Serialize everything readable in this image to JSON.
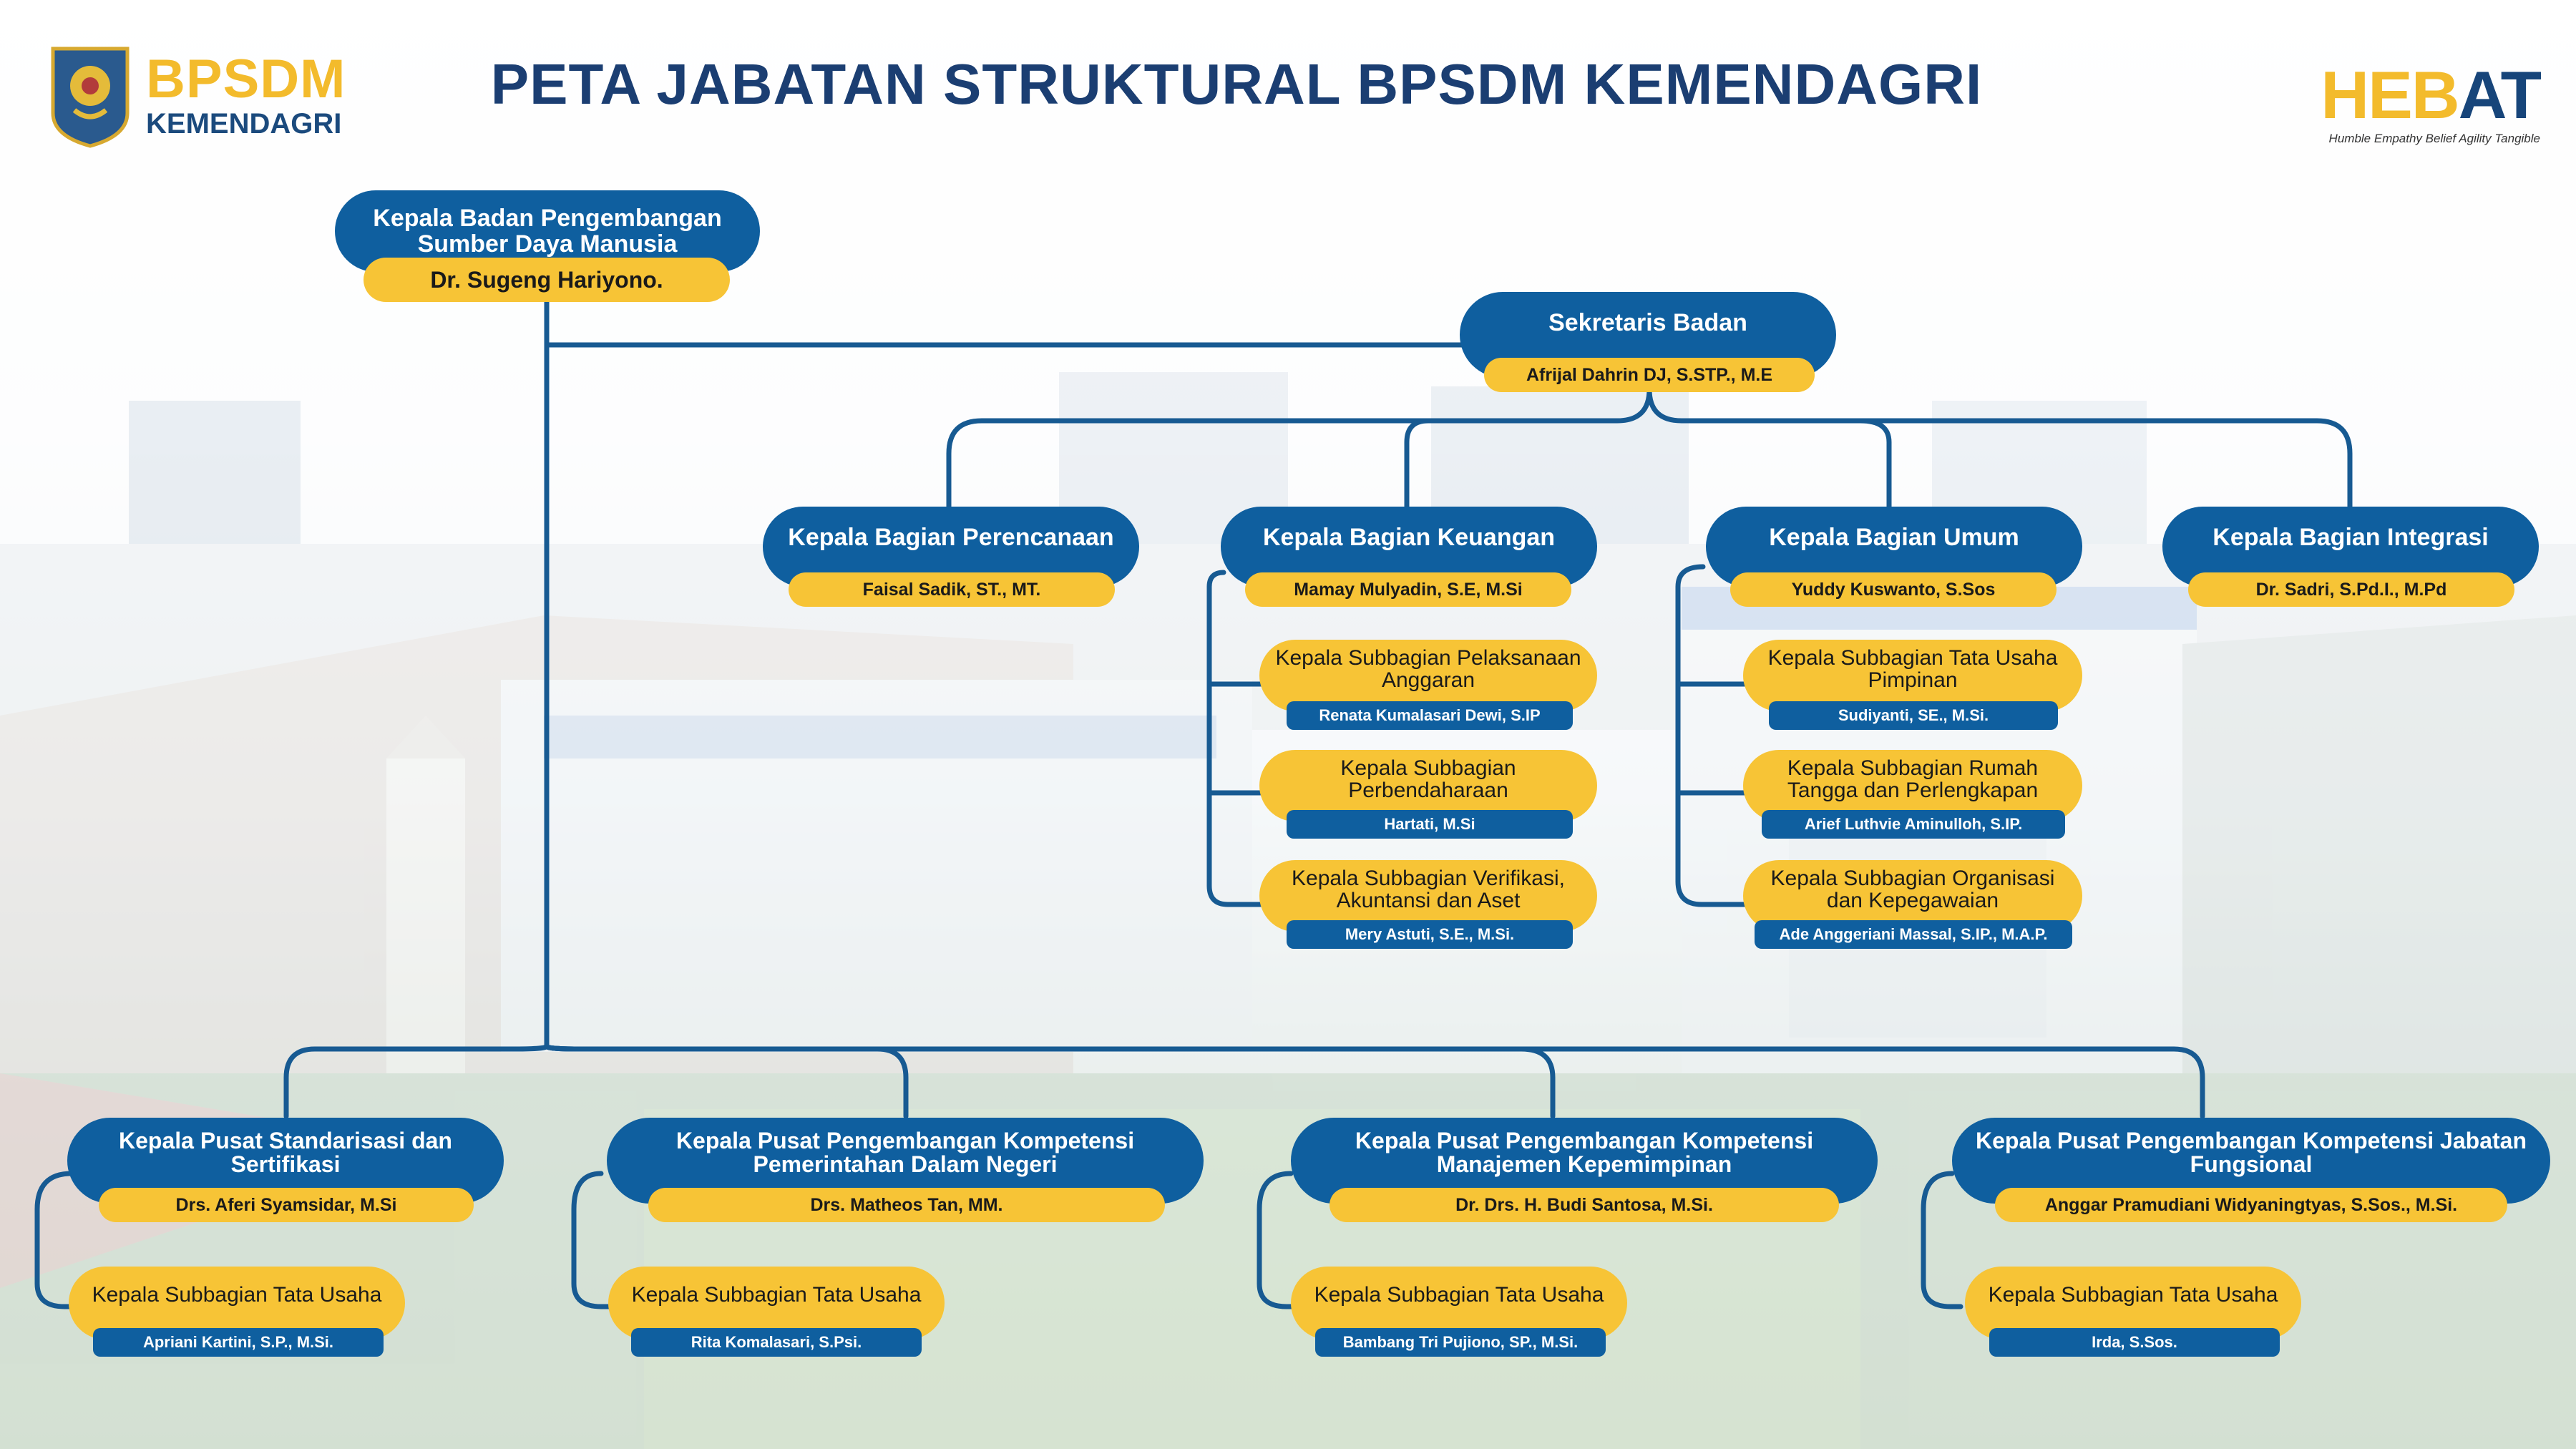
{
  "header": {
    "org_name": "BPSDM",
    "org_sub": "KEMENDAGRI",
    "title": "PETA JABATAN STRUKTURAL BPSDM KEMENDAGRI",
    "brand": {
      "part1": "HEB",
      "part2": "AT",
      "tagline": "Humble Empathy Belief Agility Tangible"
    }
  },
  "colors": {
    "blue": "#0f5f9f",
    "yellow": "#f7c436",
    "navy": "#1b3e72",
    "line": "#175a92"
  },
  "chart": {
    "head": {
      "title": "Kepala Badan Pengembangan Sumber Daya Manusia",
      "name": "Dr. Sugeng Hariyono."
    },
    "secretary": {
      "title": "Sekretaris Badan",
      "name": "Afrijal Dahrin DJ, S.STP., M.E"
    },
    "bagian": [
      {
        "title": "Kepala Bagian Perencanaan",
        "name": "Faisal Sadik, ST., MT.",
        "subs": []
      },
      {
        "title": "Kepala Bagian Keuangan",
        "name": "Mamay Mulyadin, S.E, M.Si",
        "subs": [
          {
            "title": "Kepala Subbagian Pelaksanaan Anggaran",
            "name": "Renata Kumalasari Dewi, S.IP"
          },
          {
            "title": "Kepala Subbagian Perbendaharaan",
            "name": "Hartati, M.Si"
          },
          {
            "title": "Kepala Subbagian Verifikasi, Akuntansi dan Aset",
            "name": "Mery Astuti, S.E., M.Si."
          }
        ]
      },
      {
        "title": "Kepala Bagian Umum",
        "name": "Yuddy Kuswanto, S.Sos",
        "subs": [
          {
            "title": "Kepala Subbagian Tata Usaha Pimpinan",
            "name": "Sudiyanti, SE., M.Si."
          },
          {
            "title": "Kepala Subbagian Rumah Tangga dan Perlengkapan",
            "name": "Arief Luthvie Aminulloh, S.IP."
          },
          {
            "title": "Kepala Subbagian Organisasi dan Kepegawaian",
            "name": "Ade Anggeriani Massal, S.IP., M.A.P."
          }
        ]
      },
      {
        "title": "Kepala Bagian Integrasi",
        "name": "Dr. Sadri, S.Pd.I., M.Pd",
        "subs": []
      }
    ],
    "pusat": [
      {
        "title": "Kepala Pusat Standarisasi dan Sertifikasi",
        "name": "Drs. Aferi Syamsidar, M.Si",
        "sub": {
          "title": "Kepala Subbagian Tata Usaha",
          "name": "Apriani Kartini, S.P., M.Si."
        }
      },
      {
        "title": "Kepala Pusat Pengembangan Kompetensi Pemerintahan Dalam Negeri",
        "name": "Drs. Matheos Tan, MM.",
        "sub": {
          "title": "Kepala Subbagian Tata Usaha",
          "name": "Rita Komalasari, S.Psi."
        }
      },
      {
        "title": "Kepala Pusat Pengembangan Kompetensi Manajemen Kepemimpinan",
        "name": "Dr. Drs. H. Budi Santosa, M.Si.",
        "sub": {
          "title": "Kepala Subbagian Tata Usaha",
          "name": "Bambang Tri Pujiono, SP., M.Si."
        }
      },
      {
        "title": "Kepala Pusat Pengembangan Kompetensi Jabatan Fungsional",
        "name": "Anggar Pramudiani Widyaningtyas, S.Sos., M.Si.",
        "sub": {
          "title": "Kepala Subbagian Tata Usaha",
          "name": "Irda, S.Sos."
        }
      }
    ]
  }
}
